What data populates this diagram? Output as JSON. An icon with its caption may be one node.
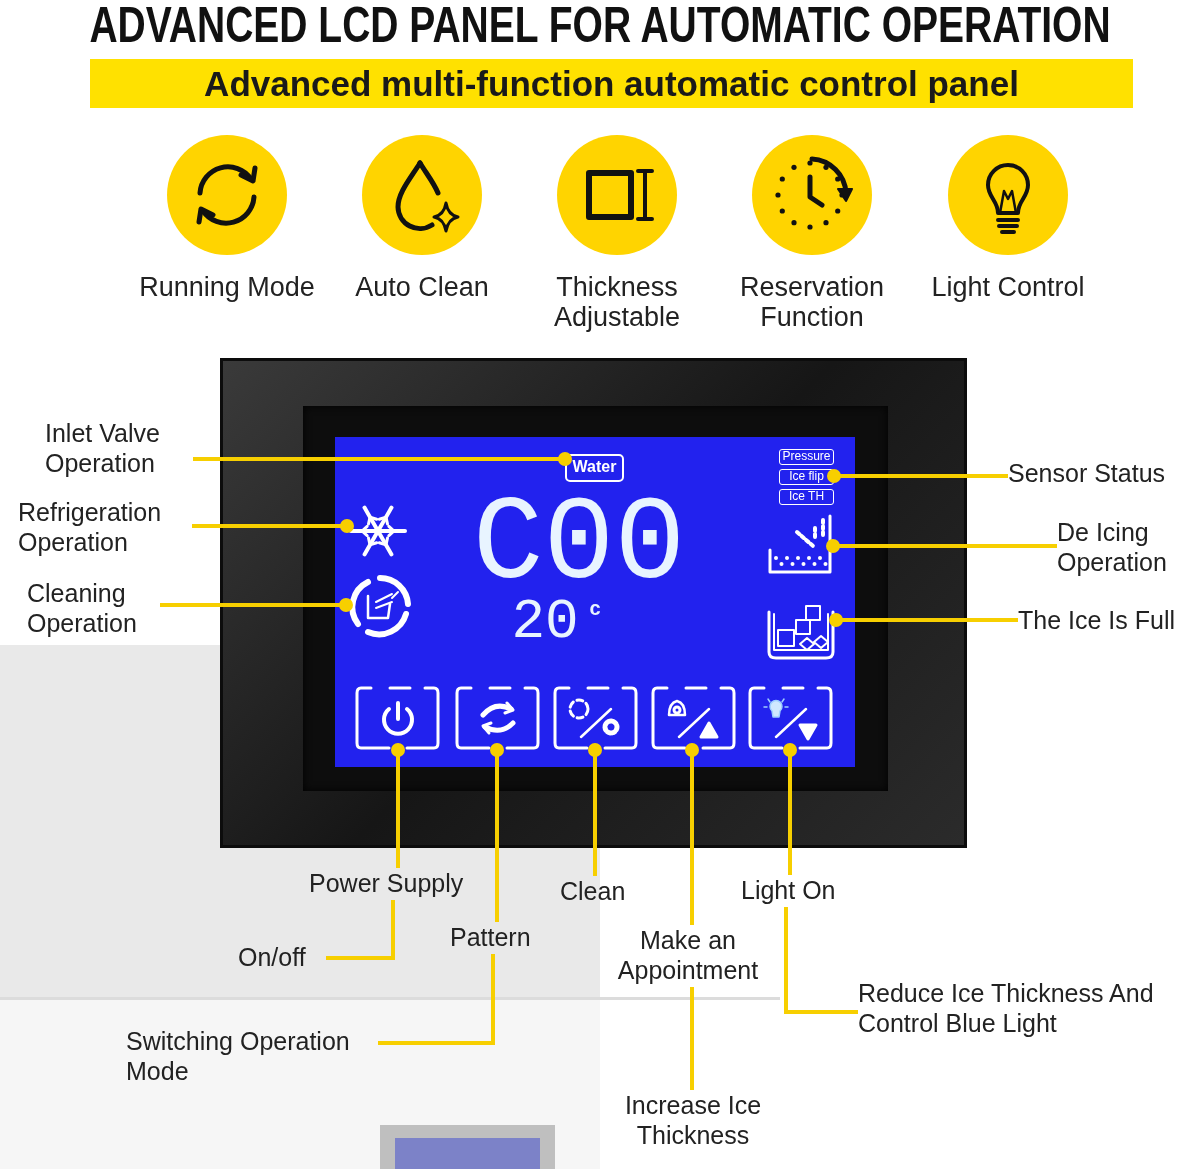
{
  "diagram": {
    "title": "ADVANCED LCD PANEL FOR AUTOMATIC OPERATION",
    "nodes": [
      {
        "text": [
          "Running Mode"
        ]
      },
      {
        "text": [
          "Auto Clean"
        ]
      },
      {
        "text": [
          "Thickness Adjustable"
        ]
      },
      {
        "text": [
          "Reservation Function"
        ]
      },
      {
        "text": [
          "Light Control"
        ]
      },
      {
        "text": [],
        "shape": "box"
      },
      {
        "text": [
          "Water"
        ],
        "in": 5
      },
      {
        "text": [
          "Pressure"
        ],
        "in": 5
      },
      {
        "text": [
          "Ice flip"
        ],
        "in": 5
      },
      {
        "text": [
          "Ice TH"
        ],
        "in": 5
      },
      {
        "text": [],
        "shape": "picture",
        "in": 5
      },
      {
        "text": [],
        "shape": "picture",
        "in": 5
      },
      {
        "text": [],
        "shape": "picture",
        "in": 5
      },
      {
        "text": [],
        "shape": "picture",
        "in": 5
      },
      {
        "text": [],
        "shape": "picture",
        "in": 5
      },
      {
        "text": [],
        "shape": "picture",
        "in": 5
      },
      {
        "text": [],
        "shape": "picture",
        "in": 5
      },
      {
        "text": [],
        "shape": "picture",
        "in": 5
      },
      {
        "text": [],
        "shape": "picture",
        "in": 5
      },
      {
        "text": [
          "Inlet Valve Operation"
        ]
      },
      {
        "text": [
          "Refrigeration Operation"
        ]
      },
      {
        "text": [
          "Cleaning Operation"
        ]
      },
      {
        "text": [
          "Sensor Status"
        ]
      },
      {
        "text": [
          "De Icing Operation"
        ]
      },
      {
        "text": [
          "The Ice Is Full"
        ]
      },
      {
        "text": [
          "Power Supply"
        ]
      },
      {
        "text": [
          "On/off"
        ]
      },
      {
        "text": [
          "Pattern"
        ]
      },
      {
        "text": [
          "Switching Operation Mode"
        ]
      },
      {
        "text": [
          "Clean"
        ]
      },
      {
        "text": [
          "Make an Appointment"
        ]
      },
      {
        "text": [
          "Increase Ice Thickness"
        ]
      },
      {
        "text": [
          "Light On"
        ]
      },
      {
        "text": [
          "Reduce Ice Thickness And Control Blue Light"
        ]
      }
    ],
    "edges": [
      {
        "from": 19,
        "to": 6,
        "arrow": "other"
      },
      {
        "from": 20,
        "to": 10,
        "arrow": "other"
      },
      {
        "from": 21,
        "to": 11,
        "arrow": "other"
      },
      {
        "from": 22,
        "to": 8,
        "arrow": "other"
      },
      {
        "from": 23,
        "to": 12,
        "arrow": "other"
      },
      {
        "from": 24,
        "to": 13,
        "arrow": "other"
      },
      {
        "from": 25,
        "to": 14,
        "arrow": "other"
      },
      {
        "from": 25,
        "to": 26,
        "arrow": "none"
      },
      {
        "from": 27,
        "to": 15,
        "arrow": "other"
      },
      {
        "from": 27,
        "to": 28,
        "arrow": "none"
      },
      {
        "from": 29,
        "to": 16,
        "arrow": "other"
      },
      {
        "from": 30,
        "to": 17,
        "arrow": "other"
      },
      {
        "from": 30,
        "to": 31,
        "arrow": "none"
      },
      {
        "from": 32,
        "to": 18,
        "arrow": "other"
      },
      {
        "from": 32,
        "to": 33,
        "arrow": "none"
      }
    ],
    "labels": [
      "Advanced multi-function automatic control panel",
      "C00",
      "20",
      "c"
    ]
  }
}
